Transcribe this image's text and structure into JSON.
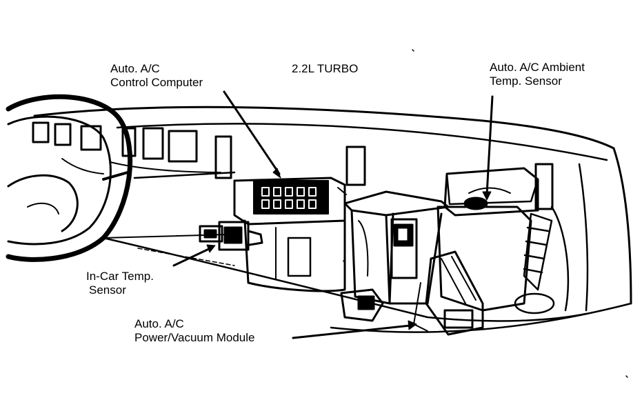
{
  "labels": {
    "computer": [
      "Auto. A/C",
      "Control Computer"
    ],
    "engine": "2.2L TURBO",
    "ambient": [
      "Auto. A/C Ambient",
      "Temp. Sensor"
    ],
    "incar": [
      "In-Car Temp.",
      "Sensor"
    ],
    "power": [
      "Auto. A/C",
      "Power/Vacuum Module"
    ]
  },
  "colors": {
    "ink": "#000000",
    "paper": "#ffffff"
  }
}
